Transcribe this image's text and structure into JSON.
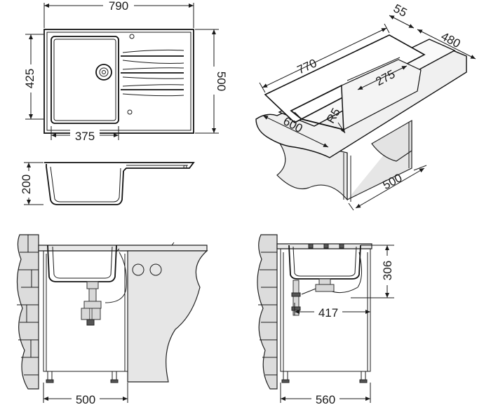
{
  "top_view": {
    "width": "790",
    "depth": "500",
    "bowl_depth": "425",
    "bowl_width": "375"
  },
  "side_view": {
    "height": "200"
  },
  "iso_view": {
    "width": "770",
    "thickness": "55",
    "depth": "480",
    "radius": "R5",
    "bowl": "275",
    "cabinet": "600",
    "cabinet_depth": "500"
  },
  "front_install": {
    "cabinet_width": "500"
  },
  "side_install": {
    "cabinet_width": "560",
    "height": "306",
    "offset": "417"
  }
}
